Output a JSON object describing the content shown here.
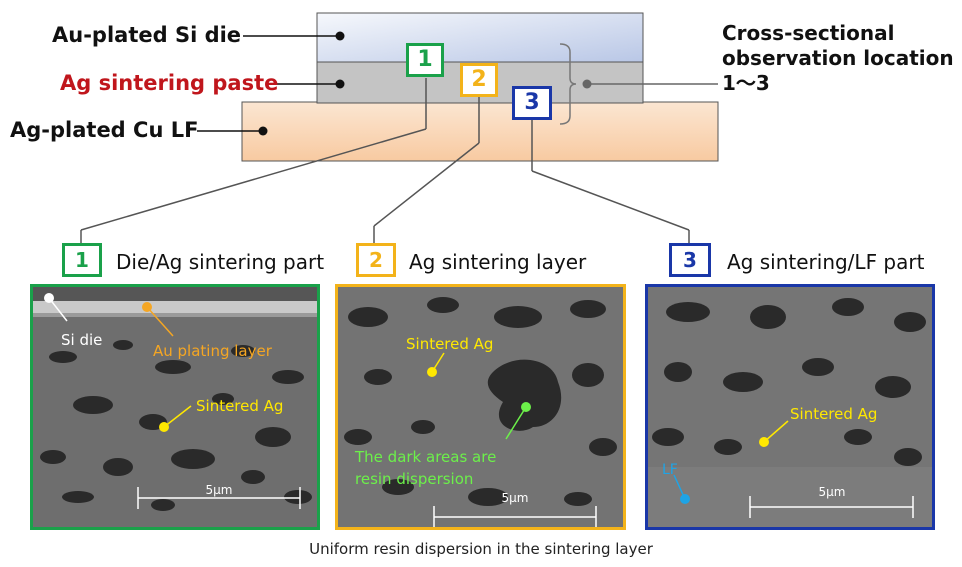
{
  "stack": {
    "die_label": "Au-plated Si die",
    "paste_label": "Ag sintering paste",
    "lf_label": "Ag-plated Cu LF",
    "observation_label": [
      "Cross-sectional",
      "observation location",
      "1～3"
    ]
  },
  "markers": [
    "1",
    "2",
    "3"
  ],
  "panels": [
    {
      "number": "1",
      "title": "Die/Ag sintering part",
      "color": "#1aa14a",
      "annotations": [
        "Si die",
        "Au plating layer",
        "Sintered Ag"
      ],
      "scale_bar": "5μm"
    },
    {
      "number": "2",
      "title": "Ag sintering layer",
      "color": "#f3b31a",
      "annotations": [
        "Sintered Ag",
        "The dark areas are",
        "resin dispersion"
      ],
      "scale_bar": "5μm"
    },
    {
      "number": "3",
      "title": "Ag sintering/LF part",
      "color": "#1a37a8",
      "annotations": [
        "Sintered Ag",
        "LF"
      ],
      "scale_bar": "5μm"
    }
  ],
  "caption": "Uniform resin dispersion in the sintering layer",
  "colors": {
    "die_top": "#f4f6fb",
    "die_bottom": "#bfcbe6",
    "paste": "#c3c3c3",
    "lf_top": "#fde0c4",
    "lf_bottom": "#f7cda6",
    "label_yellow": "#ffe800",
    "label_orange": "#f5a623",
    "label_green": "#6cf04a",
    "label_blue": "#1ea4e6"
  }
}
